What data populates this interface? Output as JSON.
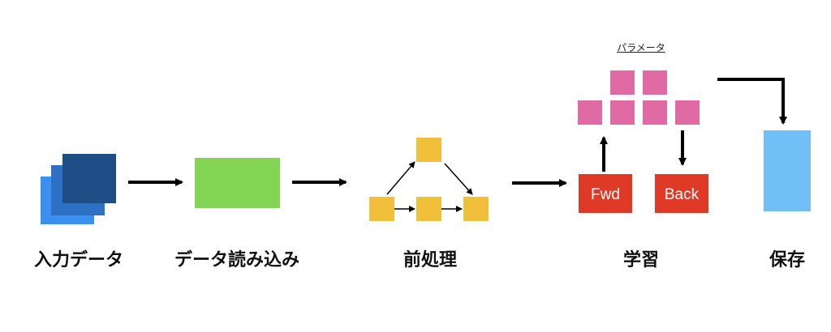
{
  "stages": {
    "input": "入力データ",
    "load": "データ読み込み",
    "preprocess": "前処理",
    "train": "学習",
    "save": "保存"
  },
  "train": {
    "parameter_caption": "パラメータ",
    "forward": "Fwd",
    "backward": "Back"
  },
  "colors": {
    "input_front": "#1f4e86",
    "input_mid": "#2e70c4",
    "input_back": "#3a8ff0",
    "load_box": "#82d454",
    "preprocess_node": "#f2bf3a",
    "parameter_node": "#e06aa4",
    "forward_box": "#de3a26",
    "backward_box": "#de3a26",
    "save_box": "#72bff8",
    "arrow": "#000000"
  }
}
